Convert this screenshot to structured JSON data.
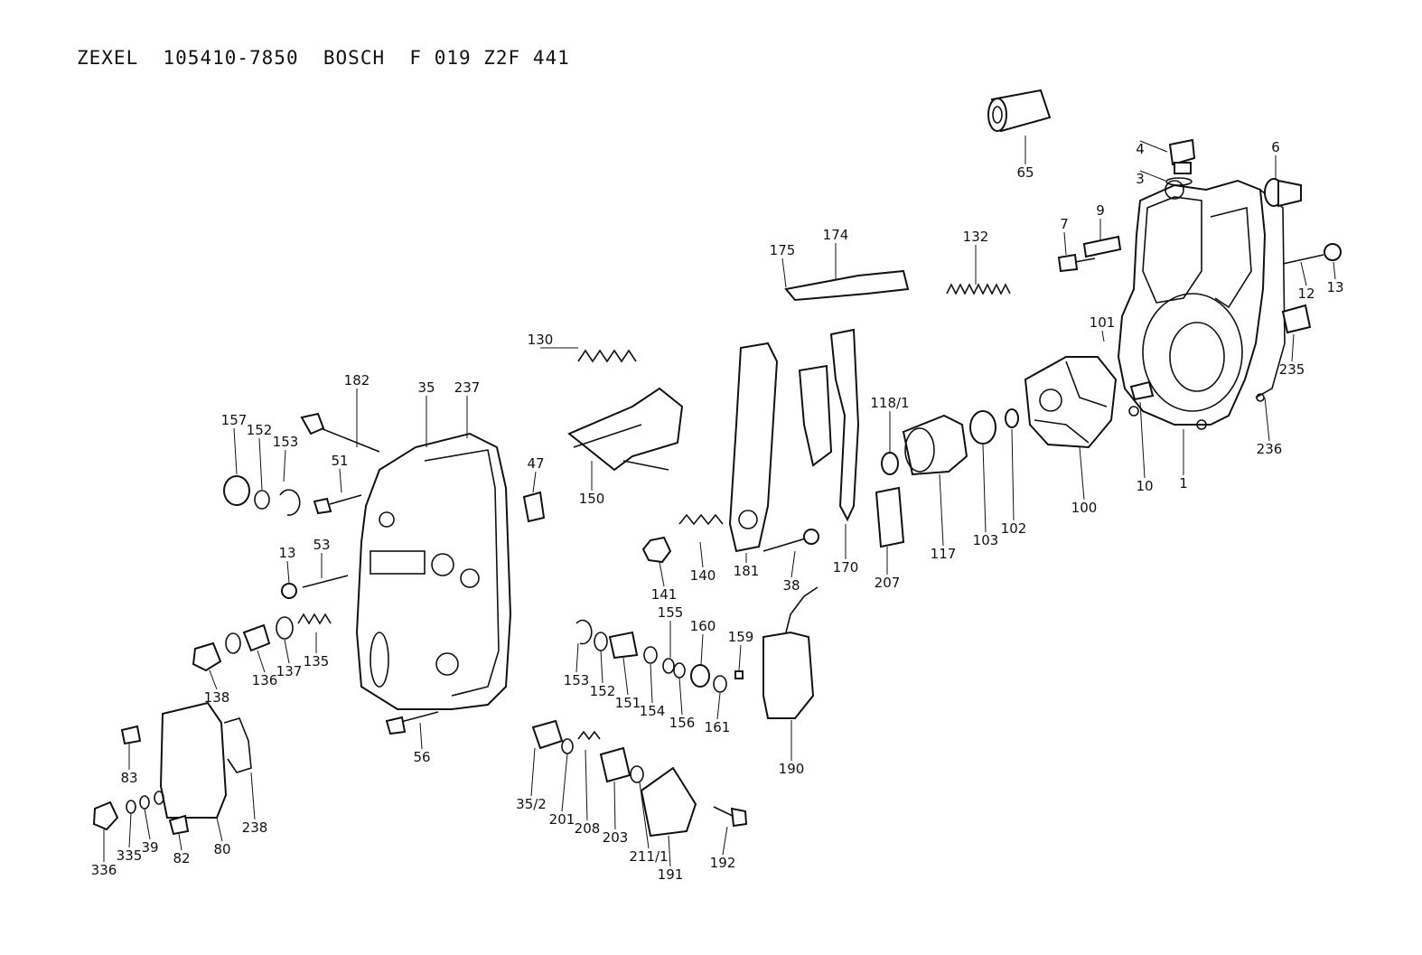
{
  "header": {
    "brand1": "ZEXEL",
    "number1": "105410-7850",
    "brand2": "BOSCH",
    "number2": "F 019 Z2F 441"
  },
  "callouts": [
    {
      "id": "65",
      "label": "65"
    },
    {
      "id": "4",
      "label": "4"
    },
    {
      "id": "3",
      "label": "3"
    },
    {
      "id": "6",
      "label": "6"
    },
    {
      "id": "7",
      "label": "7"
    },
    {
      "id": "9",
      "label": "9"
    },
    {
      "id": "12",
      "label": "12"
    },
    {
      "id": "13a",
      "label": "13"
    },
    {
      "id": "132",
      "label": "132"
    },
    {
      "id": "174",
      "label": "174"
    },
    {
      "id": "175",
      "label": "175"
    },
    {
      "id": "130",
      "label": "130"
    },
    {
      "id": "101",
      "label": "101"
    },
    {
      "id": "235",
      "label": "235"
    },
    {
      "id": "236",
      "label": "236"
    },
    {
      "id": "1",
      "label": "1"
    },
    {
      "id": "10",
      "label": "10"
    },
    {
      "id": "100",
      "label": "100"
    },
    {
      "id": "102",
      "label": "102"
    },
    {
      "id": "103",
      "label": "103"
    },
    {
      "id": "117",
      "label": "117"
    },
    {
      "id": "118_1",
      "label": "118/1"
    },
    {
      "id": "207",
      "label": "207"
    },
    {
      "id": "170",
      "label": "170"
    },
    {
      "id": "181",
      "label": "181"
    },
    {
      "id": "38",
      "label": "38"
    },
    {
      "id": "140",
      "label": "140"
    },
    {
      "id": "141",
      "label": "141"
    },
    {
      "id": "150",
      "label": "150"
    },
    {
      "id": "47",
      "label": "47"
    },
    {
      "id": "182",
      "label": "182"
    },
    {
      "id": "35",
      "label": "35"
    },
    {
      "id": "237",
      "label": "237"
    },
    {
      "id": "157",
      "label": "157"
    },
    {
      "id": "152a",
      "label": "152"
    },
    {
      "id": "153a",
      "label": "153"
    },
    {
      "id": "51",
      "label": "51"
    },
    {
      "id": "13b",
      "label": "13"
    },
    {
      "id": "53",
      "label": "53"
    },
    {
      "id": "138",
      "label": "138"
    },
    {
      "id": "136",
      "label": "136"
    },
    {
      "id": "137",
      "label": "137"
    },
    {
      "id": "135",
      "label": "135"
    },
    {
      "id": "153b",
      "label": "153"
    },
    {
      "id": "152b",
      "label": "152"
    },
    {
      "id": "151",
      "label": "151"
    },
    {
      "id": "154",
      "label": "154"
    },
    {
      "id": "155",
      "label": "155"
    },
    {
      "id": "156",
      "label": "156"
    },
    {
      "id": "160",
      "label": "160"
    },
    {
      "id": "161",
      "label": "161"
    },
    {
      "id": "159",
      "label": "159"
    },
    {
      "id": "190",
      "label": "190"
    },
    {
      "id": "56",
      "label": "56"
    },
    {
      "id": "35_2",
      "label": "35/2"
    },
    {
      "id": "201",
      "label": "201"
    },
    {
      "id": "208",
      "label": "208"
    },
    {
      "id": "203",
      "label": "203"
    },
    {
      "id": "211_1",
      "label": "211/1"
    },
    {
      "id": "191",
      "label": "191"
    },
    {
      "id": "192",
      "label": "192"
    },
    {
      "id": "83",
      "label": "83"
    },
    {
      "id": "238",
      "label": "238"
    },
    {
      "id": "80",
      "label": "80"
    },
    {
      "id": "336",
      "label": "336"
    },
    {
      "id": "335",
      "label": "335"
    },
    {
      "id": "39",
      "label": "39"
    },
    {
      "id": "82",
      "label": "82"
    }
  ]
}
